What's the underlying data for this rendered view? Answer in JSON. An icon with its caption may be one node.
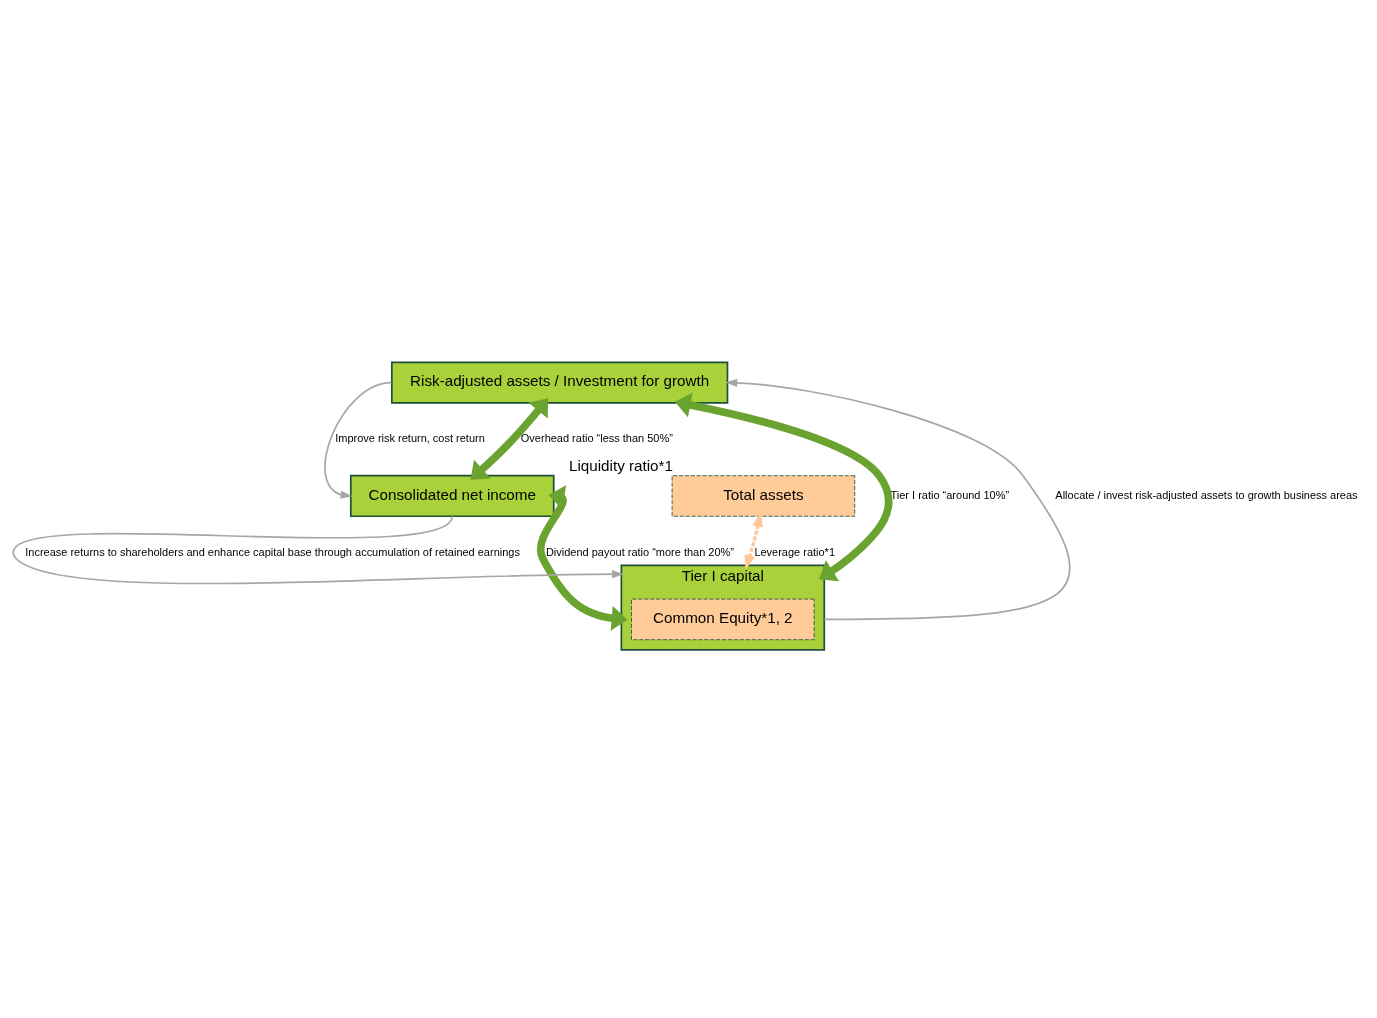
{
  "diagram": {
    "nodes": [
      {
        "text": [
          "Total assets"
        ],
        "beside": [
          "Liquidity ratio*1"
        ]
      },
      {
        "text": [
          "Risk-adjusted assets / Investment for growth"
        ]
      },
      {
        "text": [
          "Consolidated net income"
        ]
      },
      {
        "text": [
          "Tier I capital"
        ]
      },
      {
        "text": [
          "Common Equity*1, 2"
        ],
        "in": 3
      }
    ],
    "edges": [
      {
        "from": 1,
        "to": 2,
        "arrow": "both",
        "style": "thick",
        "color": "#6aa330",
        "label": "Overhead ratio “less than 50%”"
      },
      {
        "from": 1,
        "to": 3,
        "arrow": "both",
        "style": "thick",
        "color": "#6aa330",
        "label": "Tier I ratio “around 10%”"
      },
      {
        "from": 2,
        "to": 3,
        "arrow": "both",
        "style": "thick",
        "color": "#6aa330",
        "label": "Dividend payout ratio “more than 20%”"
      },
      {
        "from": 1,
        "to": 2,
        "arrow": "to",
        "color": "#a6a6a6",
        "label": "Improve risk return, cost return"
      },
      {
        "from": 2,
        "to": 3,
        "arrow": "to",
        "color": "#a6a6a6",
        "label": "Increase returns to shareholders and enhance capital base through accumulation of retained earnings"
      },
      {
        "from": 3,
        "to": 1,
        "arrow": "to",
        "color": "#a6a6a6",
        "label": "Allocate / invest risk-adjusted assets to growth business areas"
      },
      {
        "from": 0,
        "to": 3,
        "arrow": "both",
        "style": "dashed",
        "color": "#ffc896",
        "label": "Leverage ratio*1"
      }
    ]
  }
}
